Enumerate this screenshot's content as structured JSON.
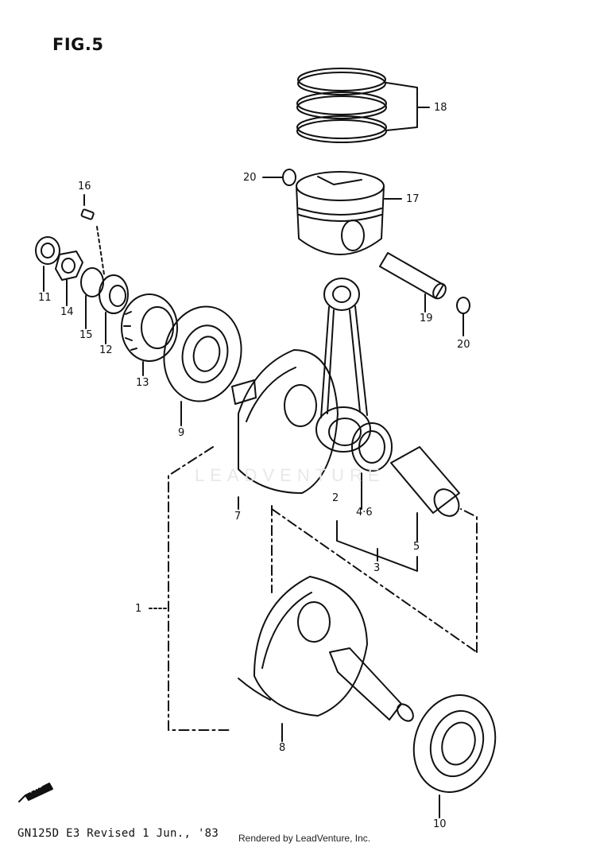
{
  "figure": {
    "title": "FIG.5"
  },
  "watermark": "LEADVENTURE",
  "fwd_label": "FWD",
  "callouts": {
    "c1": "1",
    "c2": "2",
    "c3": "3",
    "c4_6": "4·6",
    "c5": "5",
    "c7": "7",
    "c8": "8",
    "c9": "9",
    "c10": "10",
    "c11": "11",
    "c12": "12",
    "c13": "13",
    "c14": "14",
    "c15": "15",
    "c16": "16",
    "c17": "17",
    "c18": "18",
    "c19": "19",
    "c20a": "20",
    "c20b": "20"
  },
  "footer": {
    "model_revision": "GN125D E3  Revised 1 Jun., '83",
    "rendered_by": "Rendered by LeadVenture, Inc."
  }
}
